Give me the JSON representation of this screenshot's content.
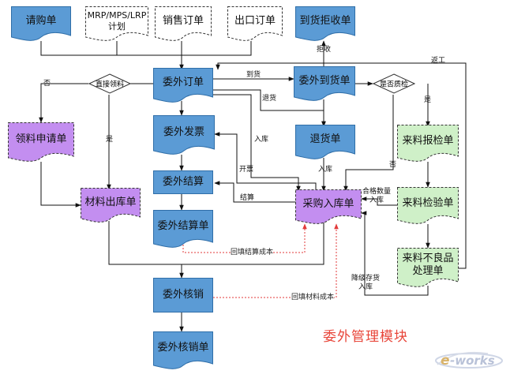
{
  "diagram": {
    "title": "委外管理模块",
    "nodes": {
      "purchase_request": "请购单",
      "mrp_plan": "MRP/MPS/LRP\n计划",
      "sales_order": "销售订单",
      "export_order": "出口订单",
      "arrival_rejection": "到货拒收单",
      "outsourcing_order": "委外订单",
      "outsourcing_arrival": "委外到货单",
      "requisition": "领料申请单",
      "outsourcing_invoice": "委外发票",
      "return_note": "退货单",
      "incoming_inspection_report": "来料报检单",
      "outsourcing_settlement": "委外结算",
      "material_issue": "材料出库单",
      "purchase_receipt": "采购入库单",
      "incoming_inspection": "来料检验单",
      "settlement_note": "委外结算单",
      "defective_handling": "来料不良品\n处理单",
      "verification": "委外核销",
      "verification_note": "委外核销单"
    },
    "decisions": {
      "direct_pick": "直接领料",
      "quality_check": "是否质检"
    },
    "edge_labels": {
      "reject": "拒收",
      "return_work": "返工",
      "arrival": "到货",
      "return_goods": "退货",
      "no_left": "否",
      "yes_left": "是",
      "yes_right": "是",
      "no_right": "否",
      "inbound1": "入库",
      "inbound2": "入库",
      "invoice": "开票",
      "settle": "结算",
      "qualified_qty": "合格数量\n入库",
      "downgrade": "降级存货\n入库",
      "backfill_settlement_cost": "回填结算成本",
      "backfill_material_cost": "回填材料成本"
    },
    "colors": {
      "blue": "#5b9bd5",
      "purple": "#c38ef0",
      "green": "#cff0c8",
      "white": "#ffffff",
      "title_red": "#e8463a",
      "cost_line_red": "#e23a3a"
    },
    "logo_text": "e-works"
  }
}
